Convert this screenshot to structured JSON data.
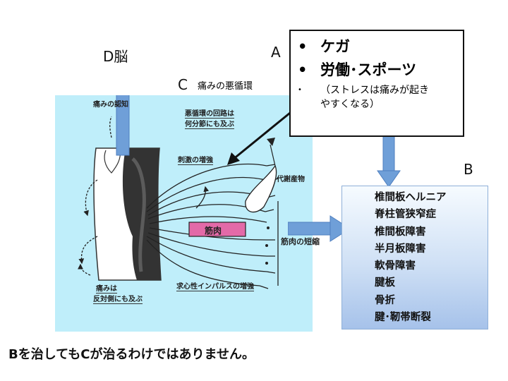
{
  "labels": {
    "d": "D脳",
    "a": "A",
    "c": "C",
    "b": "B",
    "c_caption": "痛みの悪循環"
  },
  "box_a": {
    "items": [
      {
        "text": "ケガ",
        "bullet": "•"
      },
      {
        "text": "労働･スポーツ",
        "bullet": "•"
      },
      {
        "text": "（ストレスは痛みが起き\nやすくなる）",
        "bullet": "•"
      }
    ]
  },
  "box_b": {
    "items": [
      "椎間板ヘルニア",
      "脊柱管狭窄症",
      "椎間板障害",
      "半月板障害",
      "軟骨障害",
      "腱板",
      "骨折",
      "腱･靭帯断裂"
    ]
  },
  "diagram": {
    "pain_recognition": "痛みの認知",
    "vicious_cycle_route": "悪循環の回路は",
    "multiple_segments": "何分節にも及ぶ",
    "stimulus_increase": "刺激の増強",
    "metabolites": "代謝産物",
    "muscle": "筋肉",
    "muscle_shortening": "筋肉の短縮",
    "pain_is": "痛みは",
    "opposite_side": "反対側にも及ぶ",
    "centripetal_impulse": "求心性インパルスの増強"
  },
  "colors": {
    "panel": "#bfeefa",
    "arrow": "#6f9fd8",
    "muscle": "#e36aa8"
  },
  "bottom_text": "Bを治してもCが治るわけではありません。"
}
